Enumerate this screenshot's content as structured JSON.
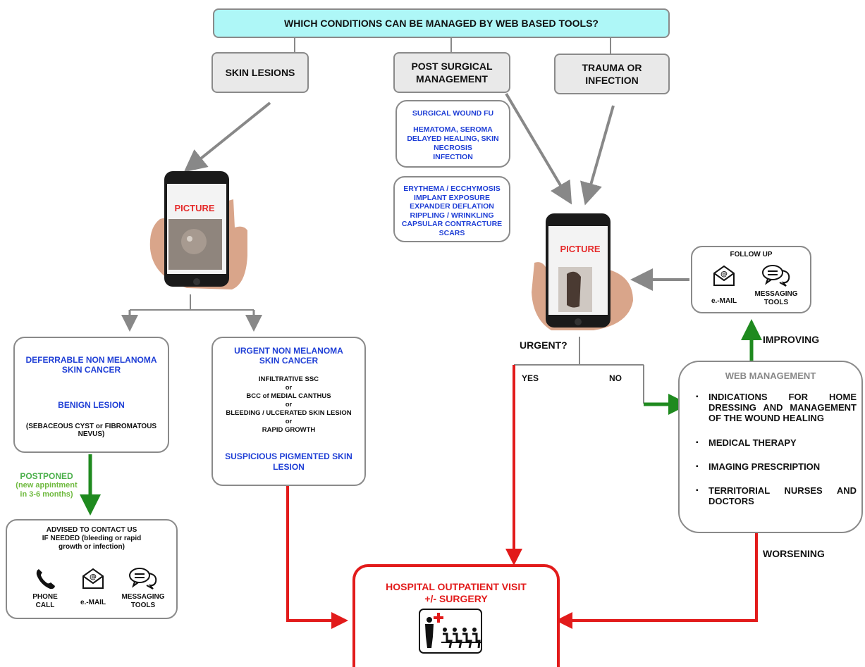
{
  "title": "WHICH CONDITIONS CAN BE MANAGED BY WEB BASED TOOLS?",
  "categories": {
    "skin": "SKIN LESIONS",
    "post_surgical": [
      "POST SURGICAL",
      "MANAGEMENT"
    ],
    "trauma": [
      "TRAUMA OR",
      "INFECTION"
    ]
  },
  "surgical_box_1": [
    "SURGICAL WOUND FU",
    "",
    "HEMATOMA, SEROMA",
    "DELAYED HEALING,  SKIN",
    "NECROSIS",
    "INFECTION"
  ],
  "surgical_box_2": [
    "ERYTHEMA / ECCHYMOSIS",
    "IMPLANT EXPOSURE",
    "EXPANDER DEFLATION",
    "RIPPLING / WRINKLING",
    "CAPSULAR CONTRACTURE",
    "SCARS"
  ],
  "picture_label": "PICTURE",
  "deferrable": {
    "title": [
      "DEFERRABLE NON MELANOMA",
      "SKIN CANCER"
    ],
    "benign": "BENIGN LESION",
    "benign_note": [
      "(SEBACEOUS CYST or FIBROMATOUS",
      "NEVUS)"
    ]
  },
  "urgent_box": {
    "title": [
      "URGENT NON MELANOMA",
      "SKIN CANCER"
    ],
    "items": [
      "INFILTRATIVE SSC",
      "or",
      "BCC of MEDIAL CANTHUS",
      "or",
      "BLEEDING / ULCERATED SKIN LESION",
      "or",
      "RAPID GROWTH"
    ],
    "suspicious": [
      "SUSPICIOUS PIGMENTED SKIN",
      "LESION"
    ]
  },
  "postponed": [
    "POSTPONED",
    "(new appintment",
    "in 3-6 months)"
  ],
  "advised": {
    "text": [
      "ADVISED TO CONTACT US",
      "IF NEEDED (bleeding or rapid",
      "growth or infection)"
    ],
    "phone": [
      "PHONE",
      "CALL"
    ],
    "email": "e.-MAIL",
    "messaging": [
      "MESSAGING",
      "TOOLS"
    ]
  },
  "urgent_question": "URGENT?",
  "yes": "YES",
  "no": "NO",
  "follow_up": {
    "title": "FOLLOW UP",
    "email": "e.-MAIL",
    "messaging": [
      "MESSAGING",
      "TOOLS"
    ]
  },
  "improving": "IMPROVING",
  "worsening": "WORSENING",
  "web_management": {
    "title": "WEB MANAGEMENT",
    "items": [
      "INDICATIONS FOR HOME DRESSING AND MANAGEMENT OF THE WOUND HEALING",
      "MEDICAL THERAPY",
      "IMAGING PRESCRIPTION",
      "TERRITORIAL NURSES AND DOCTORS"
    ]
  },
  "hospital": [
    "HOSPITAL OUTPATIENT VISIT",
    "+/- SURGERY"
  ],
  "colors": {
    "title_bg": "#aef7f7",
    "blue_text": "#1f3fd6",
    "red": "#e21b1b",
    "green": "#1f8a1f",
    "gray_arrow": "#888888"
  }
}
